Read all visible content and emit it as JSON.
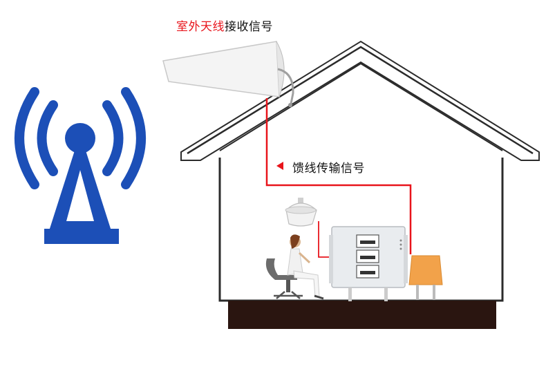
{
  "labels": {
    "outdoor_antenna_red": "室外天线",
    "outdoor_antenna_black": "接收信号",
    "feeder_line": "馈线传输信号"
  },
  "colors": {
    "tower_blue": "#1c4fb7",
    "signal_red": "#e8141b",
    "house_outline": "#2b2b2b",
    "floor_dark": "#2a1510",
    "table_orange": "#f2a24a",
    "repeater_body": "#e9ecef"
  },
  "icons": {
    "tower": "signal-tower-icon",
    "outdoor_antenna": "log-periodic-antenna-icon",
    "indoor_antenna": "ceiling-antenna-icon",
    "repeater": "signal-repeater-icon"
  }
}
